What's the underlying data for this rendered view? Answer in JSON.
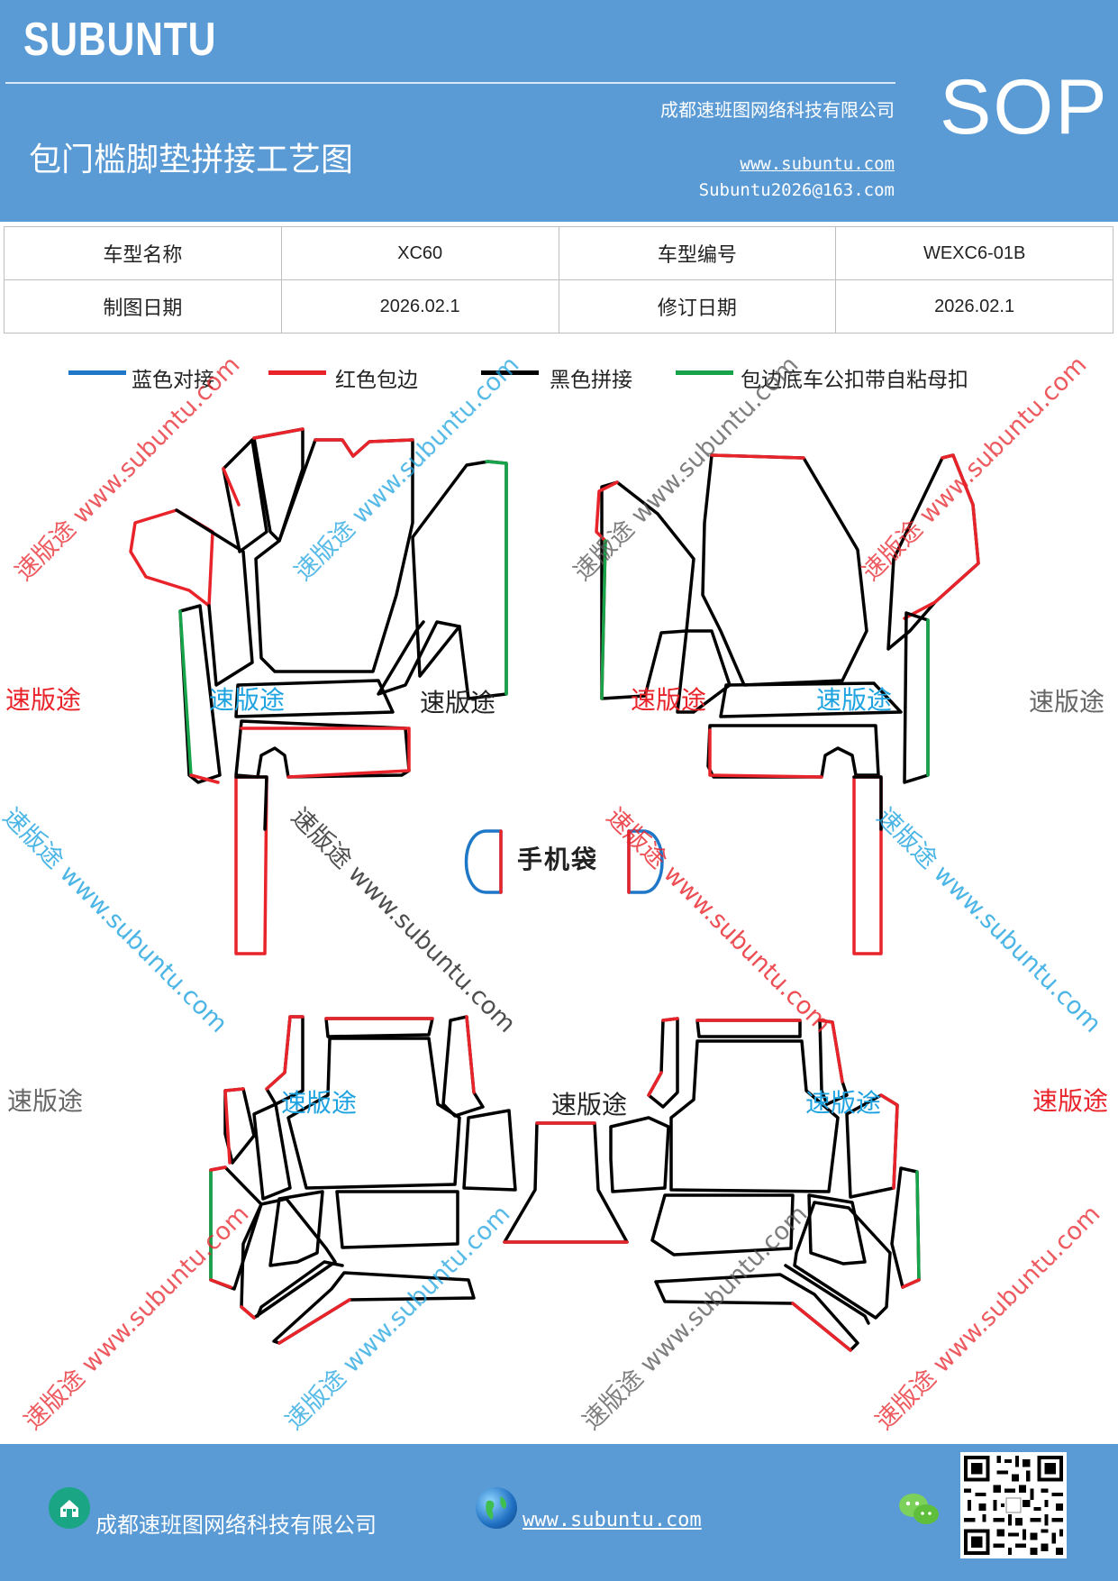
{
  "header": {
    "brand": "SUBUNTU",
    "company": "成都速班图网络科技有限公司",
    "title": "包门槛脚垫拼接工艺图",
    "website": "www.subuntu.com",
    "email": "Subuntu2026@163.com",
    "sop": "SOP"
  },
  "info_table": {
    "row1": {
      "label1": "车型名称",
      "value1": "XC60",
      "label2": "车型编号",
      "value2": "WEXC6-01B"
    },
    "row2": {
      "label1": "制图日期",
      "value1": "2026.02.1",
      "label2": "修订日期",
      "value2": "2026.02.1"
    }
  },
  "legend": [
    {
      "label": "蓝色对接",
      "color": "#1f77c8"
    },
    {
      "label": "红色包边",
      "color": "#e8232a"
    },
    {
      "label": "黑色拼接",
      "color": "#000000"
    },
    {
      "label": "包边底车公扣带自粘母扣",
      "color": "#17a34a"
    }
  ],
  "diagram": {
    "center_label": "手机袋"
  },
  "watermarks": {
    "brand": "速版途",
    "url": "www.subuntu.com",
    "combined": "速版途 www.subuntu.com"
  },
  "footer": {
    "company": "成都速班图网络科技有限公司",
    "website": "www.subuntu.com"
  }
}
